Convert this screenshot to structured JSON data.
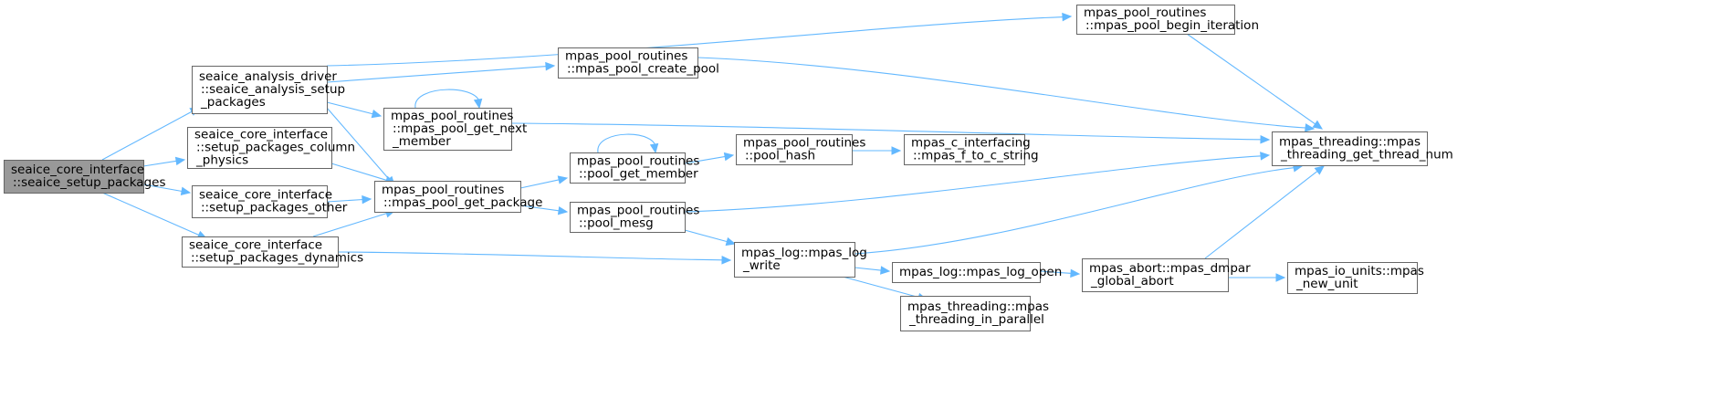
{
  "graph": {
    "type": "call-graph",
    "nodes": [
      {
        "id": "root",
        "lines": [
          "seaice_core_interface",
          "::seaice_setup_packages"
        ],
        "highlighted": true
      },
      {
        "id": "analysis_setup",
        "lines": [
          "seaice_analysis_driver",
          "::seaice_analysis_setup",
          "_packages"
        ]
      },
      {
        "id": "column_physics",
        "lines": [
          "seaice_core_interface",
          "::setup_packages_column",
          "_physics"
        ]
      },
      {
        "id": "other",
        "lines": [
          "seaice_core_interface",
          "::setup_packages_other"
        ]
      },
      {
        "id": "dynamics",
        "lines": [
          "seaice_core_interface",
          "::setup_packages_dynamics"
        ]
      },
      {
        "id": "get_next_member",
        "lines": [
          "mpas_pool_routines",
          "::mpas_pool_get_next",
          "_member"
        ]
      },
      {
        "id": "get_package",
        "lines": [
          "mpas_pool_routines",
          "::mpas_pool_get_package"
        ]
      },
      {
        "id": "create_pool",
        "lines": [
          "mpas_pool_routines",
          "::mpas_pool_create_pool"
        ]
      },
      {
        "id": "begin_iteration",
        "lines": [
          "mpas_pool_routines",
          "::mpas_pool_begin_iteration"
        ]
      },
      {
        "id": "pool_get_member",
        "lines": [
          "mpas_pool_routines",
          "::pool_get_member"
        ]
      },
      {
        "id": "pool_mesg",
        "lines": [
          "mpas_pool_routines",
          "::pool_mesg"
        ]
      },
      {
        "id": "pool_hash",
        "lines": [
          "mpas_pool_routines",
          "::pool_hash"
        ]
      },
      {
        "id": "f_to_c_string",
        "lines": [
          "mpas_c_interfacing",
          "::mpas_f_to_c_string"
        ]
      },
      {
        "id": "log_write",
        "lines": [
          "mpas_log::mpas_log",
          "_write"
        ]
      },
      {
        "id": "log_open",
        "lines": [
          "mpas_log::mpas_log_open"
        ]
      },
      {
        "id": "in_parallel",
        "lines": [
          "mpas_threading::mpas",
          "_threading_in_parallel"
        ]
      },
      {
        "id": "dmpar_abort",
        "lines": [
          "mpas_abort::mpas_dmpar",
          "_global_abort"
        ]
      },
      {
        "id": "thread_num",
        "lines": [
          "mpas_threading::mpas",
          "_threading_get_thread_num"
        ]
      },
      {
        "id": "new_unit",
        "lines": [
          "mpas_io_units::mpas",
          "_new_unit"
        ]
      }
    ],
    "edges": [
      [
        "root",
        "analysis_setup"
      ],
      [
        "root",
        "column_physics"
      ],
      [
        "root",
        "other"
      ],
      [
        "root",
        "dynamics"
      ],
      [
        "analysis_setup",
        "begin_iteration"
      ],
      [
        "analysis_setup",
        "create_pool"
      ],
      [
        "analysis_setup",
        "get_next_member"
      ],
      [
        "analysis_setup",
        "get_package"
      ],
      [
        "column_physics",
        "get_package"
      ],
      [
        "other",
        "get_package"
      ],
      [
        "dynamics",
        "get_package"
      ],
      [
        "dynamics",
        "log_write"
      ],
      [
        "get_next_member",
        "get_next_member"
      ],
      [
        "get_next_member",
        "thread_num"
      ],
      [
        "create_pool",
        "thread_num"
      ],
      [
        "begin_iteration",
        "thread_num"
      ],
      [
        "get_package",
        "pool_get_member"
      ],
      [
        "get_package",
        "pool_mesg"
      ],
      [
        "pool_get_member",
        "pool_get_member"
      ],
      [
        "pool_get_member",
        "pool_hash"
      ],
      [
        "pool_hash",
        "f_to_c_string"
      ],
      [
        "pool_mesg",
        "thread_num"
      ],
      [
        "pool_mesg",
        "log_write"
      ],
      [
        "log_write",
        "thread_num"
      ],
      [
        "log_write",
        "log_open"
      ],
      [
        "log_write",
        "in_parallel"
      ],
      [
        "log_open",
        "dmpar_abort"
      ],
      [
        "dmpar_abort",
        "thread_num"
      ],
      [
        "dmpar_abort",
        "new_unit"
      ]
    ]
  }
}
